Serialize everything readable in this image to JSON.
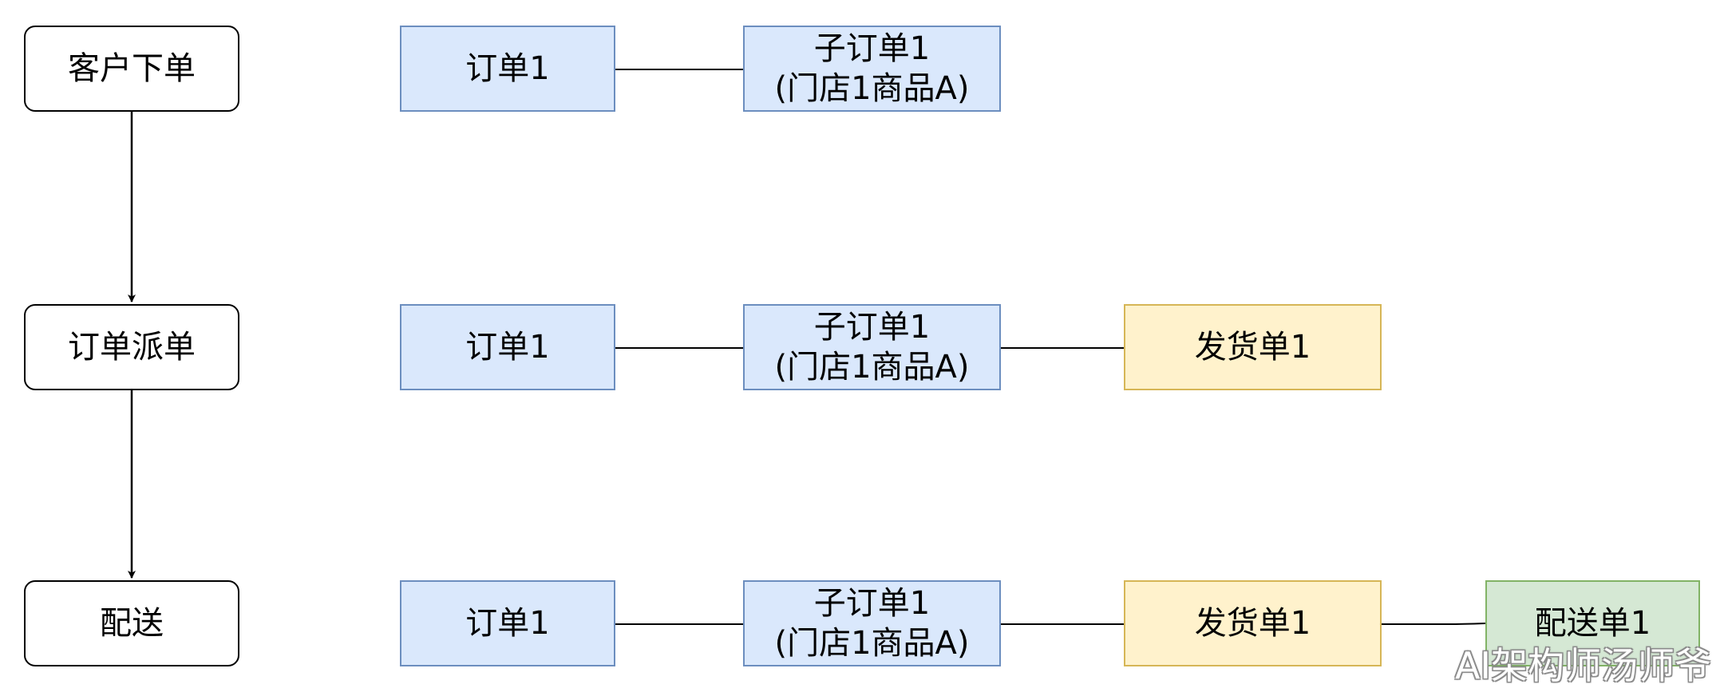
{
  "flow": {
    "step1": "客户下单",
    "step2": "订单派单",
    "step3": "配送"
  },
  "rows": [
    {
      "order": "订单1",
      "sub_order": "子订单1\n(门店1商品A)"
    },
    {
      "order": "订单1",
      "sub_order": "子订单1\n(门店1商品A)",
      "shipment": "发货单1"
    },
    {
      "order": "订单1",
      "sub_order": "子订单1\n(门店1商品A)",
      "shipment": "发货单1",
      "delivery": "配送单1"
    }
  ],
  "colors": {
    "order_fill": "#dae8fc",
    "order_stroke": "#6c8ebf",
    "shipment_fill": "#fff2cc",
    "shipment_stroke": "#d6b656",
    "delivery_fill": "#d5e8d4",
    "delivery_stroke": "#82b366"
  },
  "watermark": "AI架构师汤师爷"
}
